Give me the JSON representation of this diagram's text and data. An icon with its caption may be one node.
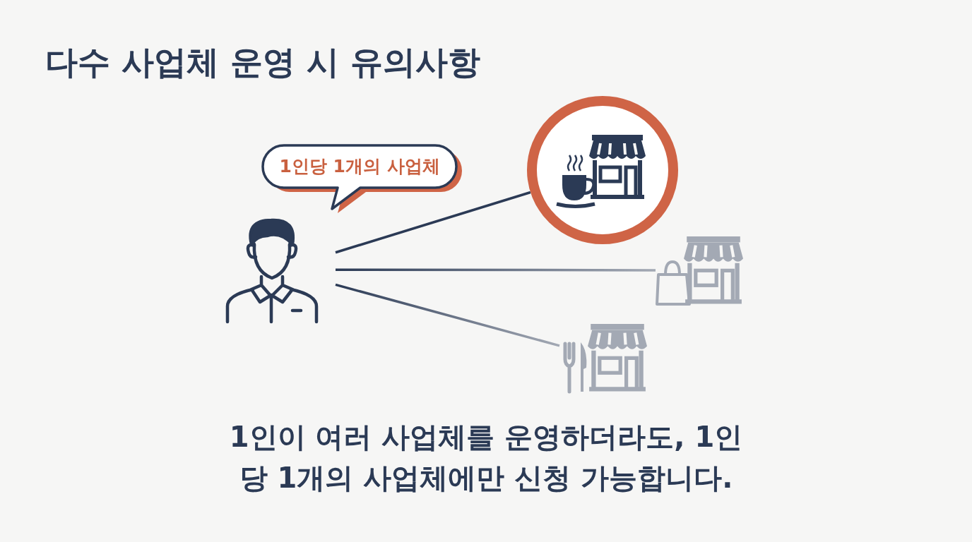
{
  "diagram": {
    "title": "다수 사업체 운영 시 유의사항",
    "caption": "1인이 여러 사업체를 운영하더라도, 1인당 1개의 사업체에만 신청 가능합니다.",
    "nodes": [
      {
        "text": [
          "1인당 1개의 사업체"
        ]
      },
      {
        "text": [],
        "shape": "person"
      },
      {
        "text": [],
        "shape": "circle"
      },
      {
        "text": [],
        "shape": "store"
      },
      {
        "text": [],
        "shape": "store"
      }
    ],
    "edges": [
      {
        "from": 1,
        "to": 2,
        "arrow": "none"
      },
      {
        "from": 1,
        "to": 3,
        "arrow": "none"
      },
      {
        "from": 1,
        "to": 4,
        "arrow": "none"
      }
    ]
  }
}
